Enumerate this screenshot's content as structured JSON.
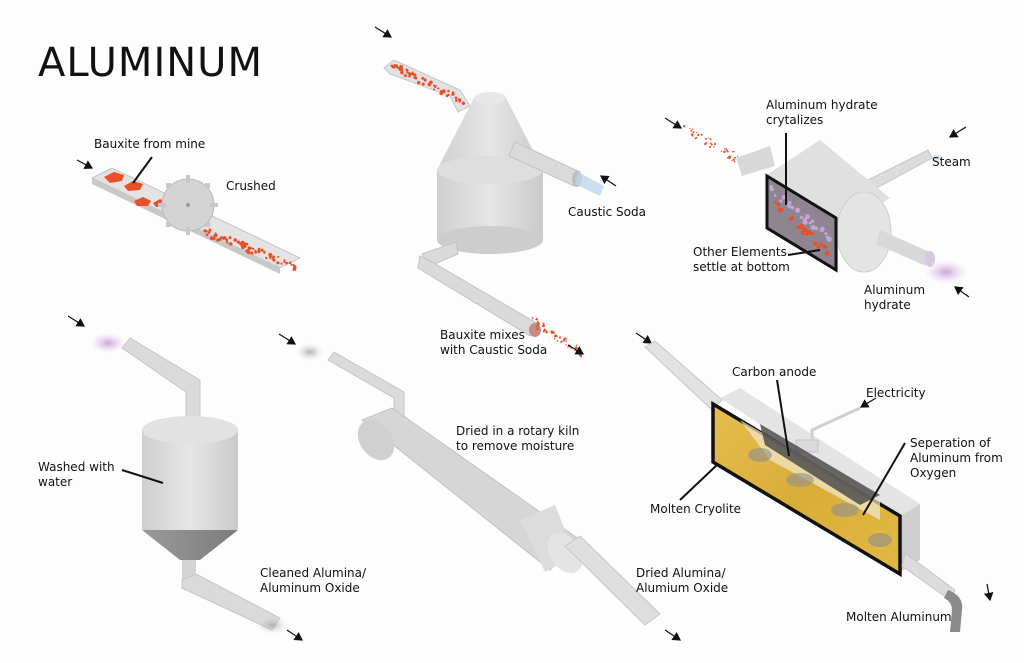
{
  "title": "ALUMINUM",
  "colors": {
    "metal": "#d9d9d9",
    "metal_dark": "#bdbdbd",
    "bauxite": "#e8502a",
    "hydrate": "#c9a2d6",
    "cryolite": "#e2b43c",
    "anode": "#555555",
    "steam": "#bcd6ea",
    "frame": "#111111"
  },
  "stages": [
    {
      "id": "crushing",
      "labels": [
        "Bauxite from mine",
        "Crushed"
      ]
    },
    {
      "id": "digestion",
      "labels": [
        "Caustic Soda",
        "Bauxite mixes",
        "with Caustic Soda"
      ]
    },
    {
      "id": "precipitation",
      "labels": [
        "Aluminum hydrate",
        "crytalizes",
        "Steam",
        "Other Elements",
        "settle at bottom",
        "Aluminum",
        "hydrate"
      ]
    },
    {
      "id": "washing",
      "labels": [
        "Washed with",
        "water",
        "Cleaned Alumina/",
        "Aluminum Oxide"
      ]
    },
    {
      "id": "calcination",
      "labels": [
        "Dried in a rotary kiln",
        "to remove moisture",
        "Dried Alumina/",
        "Alumium Oxide"
      ]
    },
    {
      "id": "electrolysis",
      "labels": [
        "Carbon anode",
        "Electricity",
        "Seperation of",
        "Aluminum from",
        "Oxygen",
        "Molten Cryolite",
        "Molten Aluminum"
      ]
    }
  ]
}
